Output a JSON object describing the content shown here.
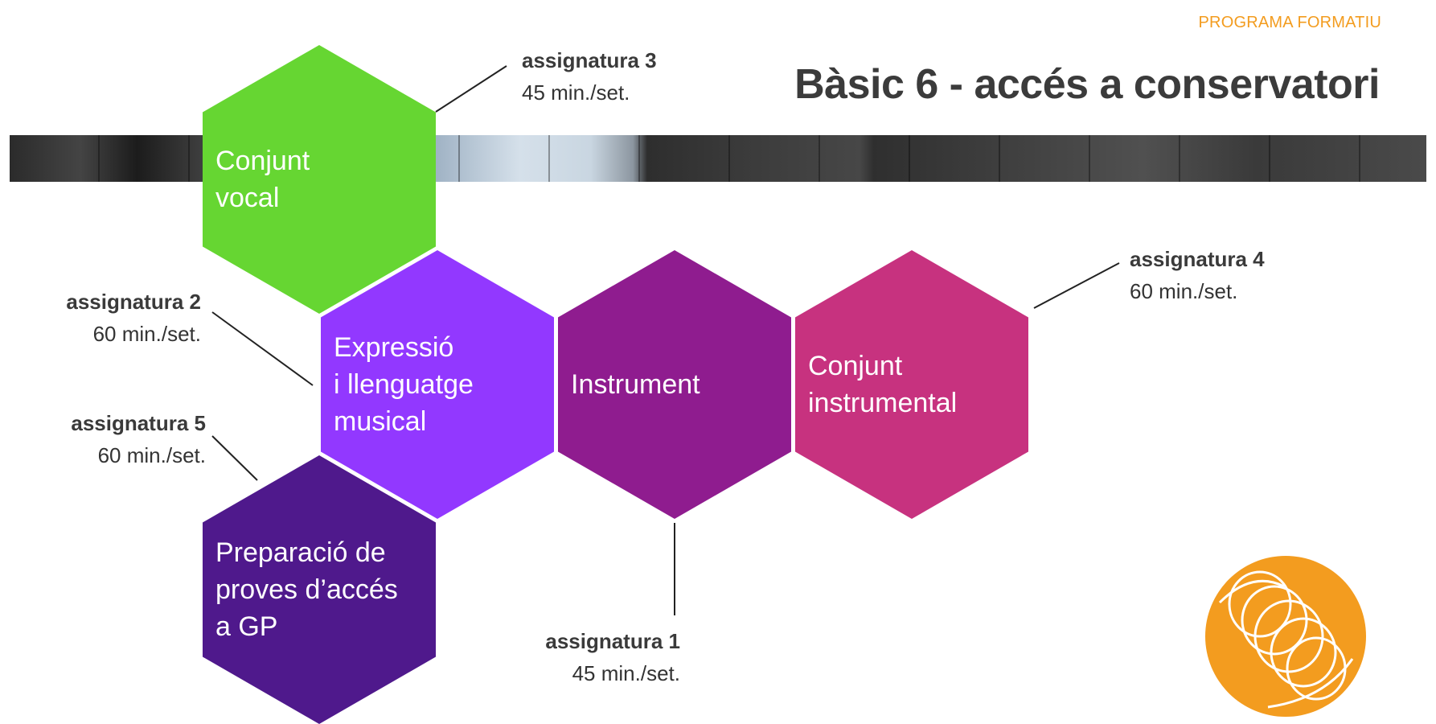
{
  "header": {
    "tag": "PROGRAMA FORMATIU",
    "title": "Bàsic 6 - accés a conservatori"
  },
  "subjects": [
    {
      "id": "conjunt-vocal",
      "label": "Conjunt\nvocal",
      "color": "#66d632",
      "annotation": {
        "name": "assignatura 3",
        "duration": "45 min./set."
      }
    },
    {
      "id": "expressio",
      "label": "Expressió\ni llenguatge\nmusical",
      "color": "#9238ff",
      "annotation": {
        "name": "assignatura 2",
        "duration": "60 min./set."
      }
    },
    {
      "id": "instrument",
      "label": "Instrument",
      "color": "#8f1c8f",
      "annotation": {
        "name": "assignatura 1",
        "duration": "45 min./set."
      }
    },
    {
      "id": "conjunt-instrumental",
      "label": "Conjunt\ninstrumental",
      "color": "#c7327f",
      "annotation": {
        "name": "assignatura 4",
        "duration": "60 min./set."
      }
    },
    {
      "id": "preparacio",
      "label": "Preparació de\nproves d’accés\na GP",
      "color": "#4f198c",
      "annotation": {
        "name": "assignatura 5",
        "duration": "60 min./set."
      }
    }
  ],
  "logo": {
    "icon": "school-logo-icon",
    "color": "#f39c1f"
  }
}
